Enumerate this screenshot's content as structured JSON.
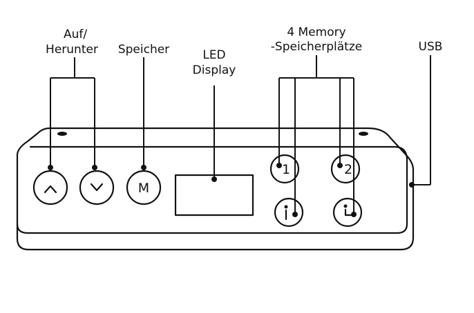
{
  "labels": {
    "up_down_line1": "Auf/",
    "up_down_line2": "Herunter",
    "memory_save": "Speicher",
    "led_line1": "LED",
    "led_line2": "Display",
    "memory_slots_line1": "4 Memory",
    "memory_slots_line2": "-Speicherplätze",
    "usb": "USB"
  },
  "buttons": {
    "memory_button_glyph": "M",
    "preset_1_glyph": "1",
    "preset_2_glyph": "2"
  },
  "icons": {
    "up": "chevron-up-icon",
    "down": "chevron-down-icon",
    "preset_3": "standing-person-icon",
    "preset_4": "sitting-person-icon"
  }
}
